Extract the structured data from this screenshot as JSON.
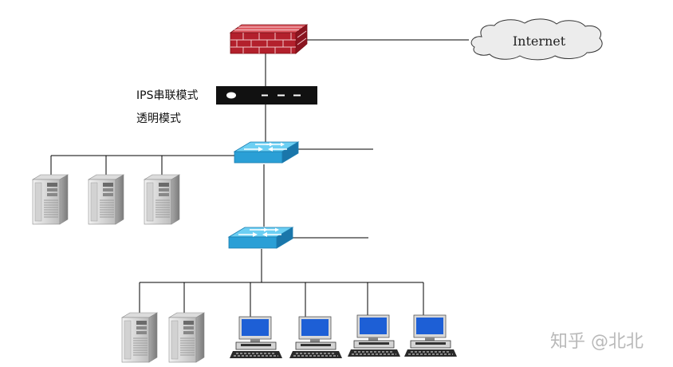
{
  "labels": {
    "internet": "Internet",
    "ips_inline_mode": "IPS串联模式",
    "transparent_mode": "透明模式",
    "watermark": "知乎 @北北"
  },
  "colors": {
    "firewall": "#b3202c",
    "switch": "#2a9fd6",
    "ips_device": "#111111",
    "monitor_screen": "#1d5fd6",
    "line": "#000000"
  },
  "icons": {
    "firewall": "brick-wall-icon",
    "ips": "ips-appliance-icon",
    "switch": "network-switch-icon",
    "server": "tower-server-icon",
    "workstation": "desktop-computer-icon",
    "cloud": "cloud-icon"
  }
}
